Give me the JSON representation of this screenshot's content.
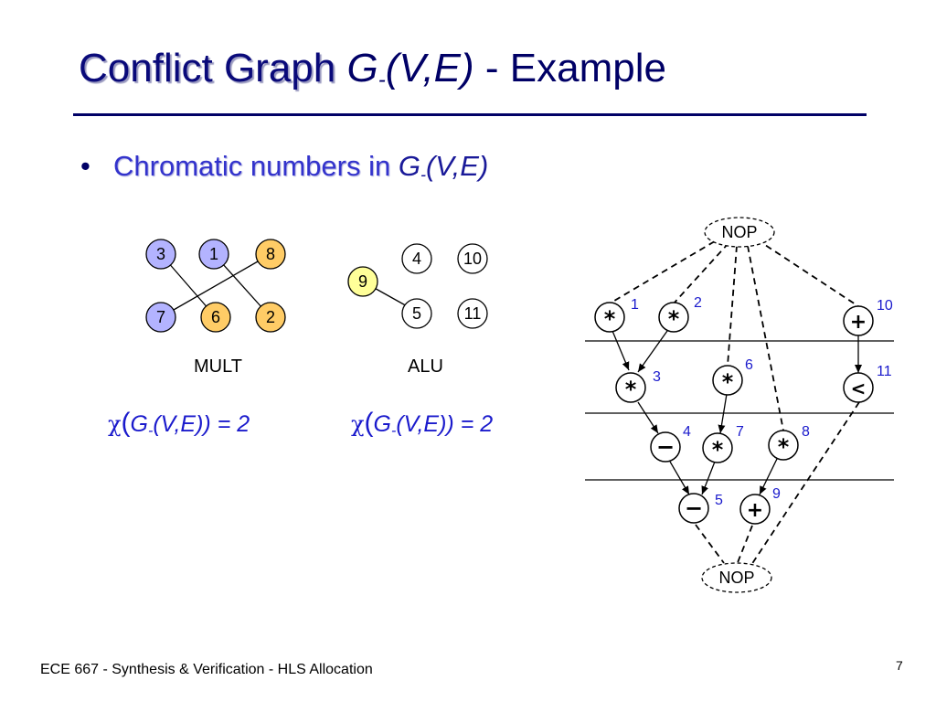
{
  "title": {
    "main": "Conflict Graph",
    "graph_prefix": "G",
    "graph_sub": "-",
    "graph_suffix": "(V,E)",
    "tail": " - Example"
  },
  "bullet": {
    "marker": "•",
    "text": "Chromatic numbers in ",
    "graph_prefix": "G",
    "graph_sub": "-",
    "graph_suffix": "(V,E)"
  },
  "mult_graph": {
    "label": "MULT",
    "chromatic": {
      "chi": "χ",
      "open": "(",
      "g": "G",
      "sub": "-",
      "rest": "(V,E)) = 2"
    },
    "nodes": [
      {
        "id": "3",
        "color": "#b3b3ff"
      },
      {
        "id": "1",
        "color": "#b3b3ff"
      },
      {
        "id": "8",
        "color": "#ffcc66"
      },
      {
        "id": "7",
        "color": "#b3b3ff"
      },
      {
        "id": "6",
        "color": "#ffcc66"
      },
      {
        "id": "2",
        "color": "#ffcc66"
      }
    ]
  },
  "alu_graph": {
    "label": "ALU",
    "chromatic": {
      "chi": "χ",
      "open": "(",
      "g": "G",
      "sub": "-",
      "rest": "(V,E)) = 2"
    },
    "nodes": [
      {
        "id": "4",
        "color": "#ffffff"
      },
      {
        "id": "10",
        "color": "#ffffff"
      },
      {
        "id": "9",
        "color": "#ffff99"
      },
      {
        "id": "5",
        "color": "#ffffff"
      },
      {
        "id": "11",
        "color": "#ffffff"
      }
    ]
  },
  "dfg": {
    "nop_top": "NOP",
    "nop_bottom": "NOP",
    "ops": [
      {
        "id": "1",
        "op": "*"
      },
      {
        "id": "2",
        "op": "*"
      },
      {
        "id": "3",
        "op": "*"
      },
      {
        "id": "4",
        "op": "−"
      },
      {
        "id": "5",
        "op": "−"
      },
      {
        "id": "6",
        "op": "*"
      },
      {
        "id": "7",
        "op": "*"
      },
      {
        "id": "8",
        "op": "*"
      },
      {
        "id": "9",
        "op": "+"
      },
      {
        "id": "10",
        "op": "+"
      },
      {
        "id": "11",
        "op": "<"
      }
    ]
  },
  "footer": "ECE 667 - Synthesis & Verification - HLS Allocation",
  "page_number": "7"
}
